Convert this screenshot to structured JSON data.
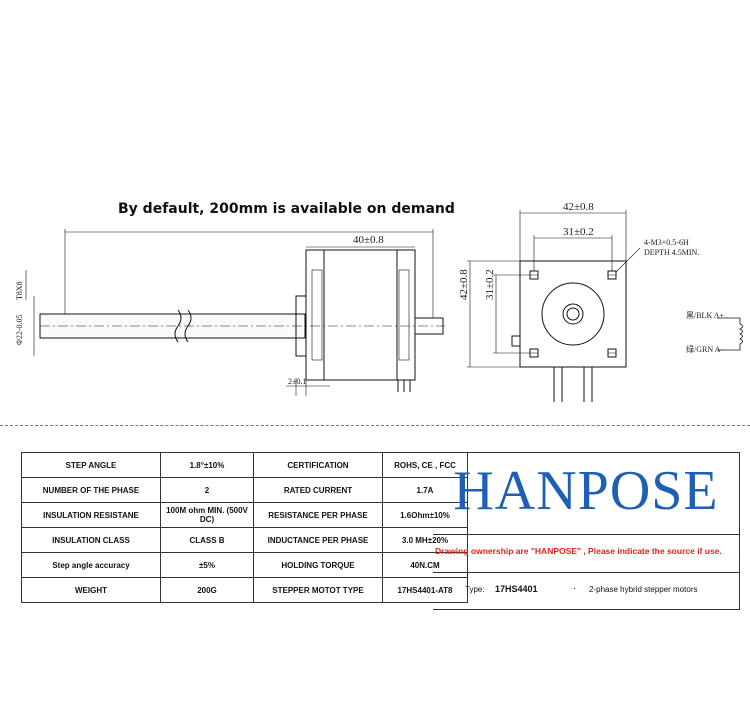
{
  "caption": "By default, 200mm is available on demand",
  "dimensions": {
    "body_length": "40±0.8",
    "flange_width_top": "42±0.8",
    "hole_spacing_top": "31±0.2",
    "hole_spacing_side": "31±0.2",
    "flange_height_side": "42±0.8",
    "holes_note_1": "4-M3×0.5-6H",
    "holes_note_2": "DEPTH 4.5MIN.",
    "boss_thickness": "2±0.1",
    "thread": "T8X8",
    "boss_diameter": "Φ22-0.05",
    "wire_label_1": "黑/BLK A+",
    "wire_label_2": "绿/GRN A-"
  },
  "specs": {
    "rows": [
      {
        "k1": "STEP ANGLE",
        "v1": "1.8°±10%",
        "k2": "CERTIFICATION",
        "v2": "ROHS, CE , FCC"
      },
      {
        "k1": "NUMBER OF THE PHASE",
        "v1": "2",
        "k2": "RATED CURRENT",
        "v2": "1.7A"
      },
      {
        "k1": "INSULATION RESISTANE",
        "v1": "100M ohm MIN. (500V DC)",
        "k2": "RESISTANCE PER PHASE",
        "v2": "1.6Ohm±10%"
      },
      {
        "k1": "INSULATION CLASS",
        "v1": "CLASS B",
        "k2": "INDUCTANCE PER PHASE",
        "v2": "3.0 MH±20%"
      },
      {
        "k1": "Step angle accuracy",
        "v1": "±5%",
        "k2": "HOLDING TORQUE",
        "v2": "40N.CM"
      },
      {
        "k1": "WEIGHT",
        "v1": "200G",
        "k2": "STEPPER MOTOT TYPE",
        "v2": "17HS4401-AT8"
      }
    ]
  },
  "brand": "HANPOSE",
  "ownership_note": "Drawing ownership are \"HANPOSE\" , Please indicate the source if use.",
  "type_label": "Type:",
  "type_value": "17HS4401",
  "type_sep": ".",
  "type_desc": "2-phase hybrid stepper motors",
  "colors": {
    "brand": "#1f5fb4",
    "ownership": "#d9261c"
  }
}
